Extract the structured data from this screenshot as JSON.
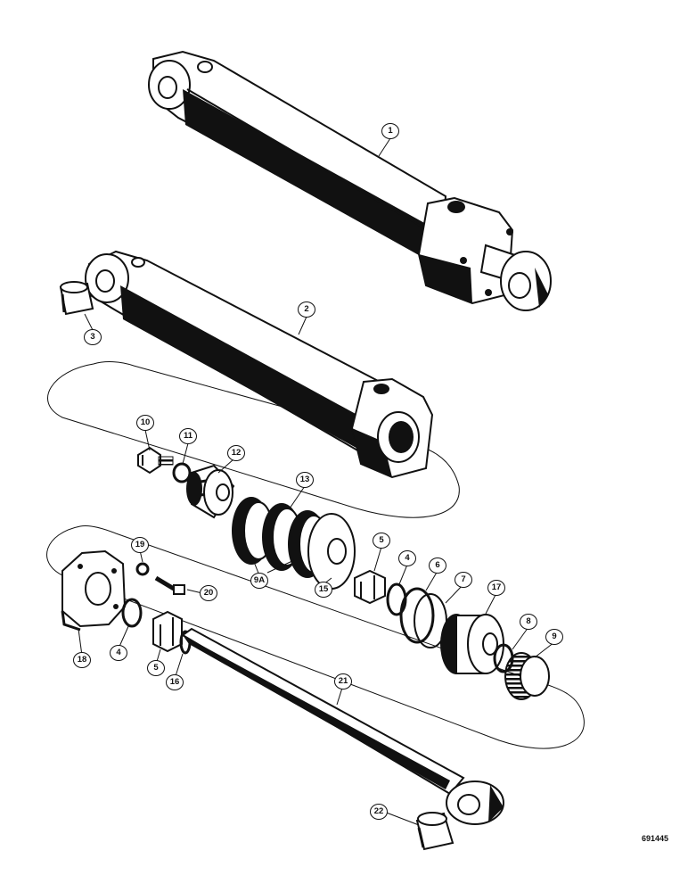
{
  "labels": {
    "p1": "1",
    "p2": "2",
    "p3": "3",
    "p4a": "4",
    "p4b": "4",
    "p5a": "5",
    "p5b": "5",
    "p6": "6",
    "p7": "7",
    "p8": "8",
    "p9": "9",
    "p9a": "9A",
    "p10": "10",
    "p11": "11",
    "p12": "12",
    "p13": "13",
    "p15": "15",
    "p16": "16",
    "p17": "17",
    "p18": "18",
    "p19": "19",
    "p20": "20",
    "p21": "21",
    "p22": "22"
  },
  "reference_number": "691445"
}
